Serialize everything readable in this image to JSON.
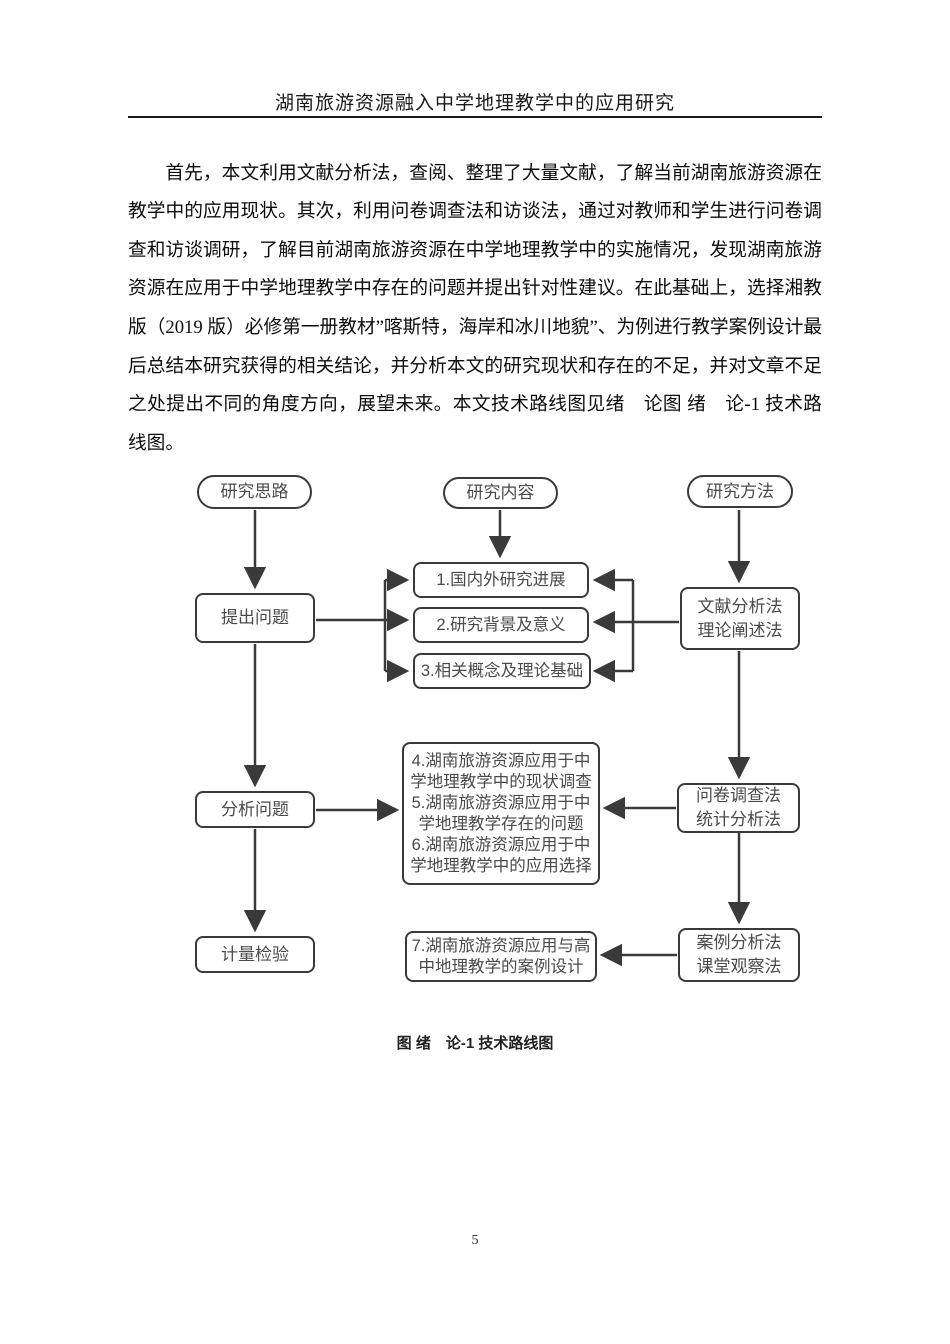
{
  "page": {
    "header_title": "湖南旅游资源融入中学地理教学中的应用研究",
    "page_number": "5"
  },
  "body": {
    "paragraph": "首先，本文利用文献分析法，查阅、整理了大量文献，了解当前湖南旅游资源在教学中的应用现状。其次，利用问卷调查法和访谈法，通过对教师和学生进行问卷调查和访谈调研，了解目前湖南旅游资源在中学地理教学中的实施情况，发现湖南旅游资源在应用于中学地理教学中存在的问题并提出针对性建议。在此基础上，选择湘教版（2019 版）必修第一册教材”喀斯特，海岸和冰川地貌”、为例进行教学案例设计最后总结本研究获得的相关结论，并分析本文的研究现状和存在的不足，并对文章不足之处提出不同的角度方向，展望未来。本文技术路线图见绪　论图 绪　论-1 技术路线图。"
  },
  "diagram": {
    "caption": "图 绪　论-1 技术路线图",
    "colors": {
      "line": "#3a3a3a",
      "box_text": "#4a4a4a",
      "body_text": "#0d0d0d"
    },
    "nodes": {
      "research_approach": "研究思路",
      "research_content": "研究内容",
      "research_method": "研究方法",
      "raise_question": "提出问题",
      "analyze_question": "分析问题",
      "measure_test": "计量检验",
      "item1": "1.国内外研究进展",
      "item2": "2.研究背景及意义",
      "item3": "3.相关概念及理论基础",
      "items_456": [
        "4.湖南旅游资源应用于中学地理教学中的现状调查",
        "5.湖南旅游资源应用于中学地理教学存在的问题",
        "6.湖南旅游资源应用于中学地理教学中的应用选择"
      ],
      "item7": "7.湖南旅游资源应用与高中地理教学的案例设计",
      "method_literature": [
        "文献分析法",
        "理论阐述法"
      ],
      "method_survey": [
        "问卷调查法",
        "统计分析法"
      ],
      "method_case": [
        "案例分析法",
        "课堂观察法"
      ]
    }
  }
}
